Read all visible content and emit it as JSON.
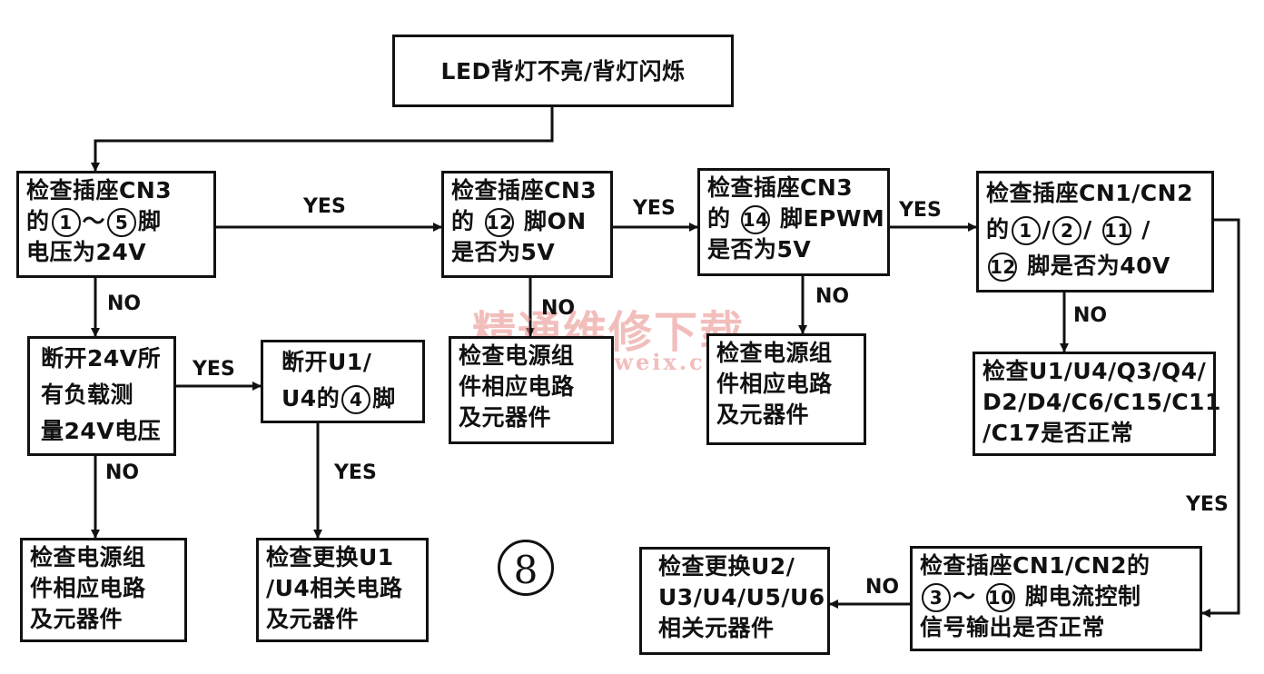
{
  "start": {
    "text": "LED背灯不亮/背灯闪烁"
  },
  "b1": {
    "l1": "检查插座CN3",
    "l2a": "的",
    "c1": "1",
    "tilde": "～",
    "c2": "5",
    "l2b": "脚",
    "l3": "电压为24V"
  },
  "b2": {
    "l1": "检查插座CN3",
    "l2a": "的",
    "c1": "12",
    "l2b": "脚ON",
    "l3": "是否为5V"
  },
  "b3": {
    "l1": "检查插座CN3",
    "l2a": "的",
    "c1": "14",
    "l2b": "脚EPWM",
    "l3": "是否为5V"
  },
  "b4": {
    "l1": "检查插座CN1/CN2",
    "l2a": "的",
    "c1": "1",
    "s1": "/",
    "c2": "2",
    "s2": "/",
    "c3": "11",
    "s3": "/",
    "c4": "12",
    "l3b": "脚是否为40V"
  },
  "b5": {
    "l1": "断开24V所",
    "l2": "有负载测",
    "l3": "量24V电压"
  },
  "b6": {
    "l1": "断开U1/",
    "l2a": "U4的",
    "c1": "4",
    "l2b": "脚"
  },
  "b7": {
    "l1": "检查电源组",
    "l2": "件相应电路",
    "l3": "及元器件"
  },
  "b8": {
    "l1": "检查电源组",
    "l2": "件相应电路",
    "l3": "及元器件"
  },
  "b9": {
    "l1": "检查U1/U4/Q3/Q4/",
    "l2": "D2/D4/C6/C15/C11",
    "l3": "/C17是否正常"
  },
  "b10": {
    "l1": "检查电源组",
    "l2": "件相应电路",
    "l3": "及元器件"
  },
  "b11": {
    "l1": "检查更换U1",
    "l2": "/U4相关电路",
    "l3": "及元器件"
  },
  "b12": {
    "l1": "检查插座CN1/CN2的",
    "c1": "3",
    "tilde": "～",
    "c2": "10",
    "l2b": "脚电流控制",
    "l3": "信号输出是否正常"
  },
  "b13": {
    "l1": "检查更换U2/",
    "l2": "U3/U4/U5/U6",
    "l3": "相关元器件"
  },
  "labels": {
    "yes1": "YES",
    "yes2": "YES",
    "yes3": "YES",
    "yes4": "YES",
    "yes5": "YES",
    "yes6": "YES",
    "no1": "NO",
    "no2": "NO",
    "no3": "NO",
    "no4": "NO",
    "no5": "NO",
    "no6": "NO"
  },
  "figure_number": "8",
  "watermark": {
    "line1": "精通维修下载",
    "line2": "www.gzweix.com"
  }
}
